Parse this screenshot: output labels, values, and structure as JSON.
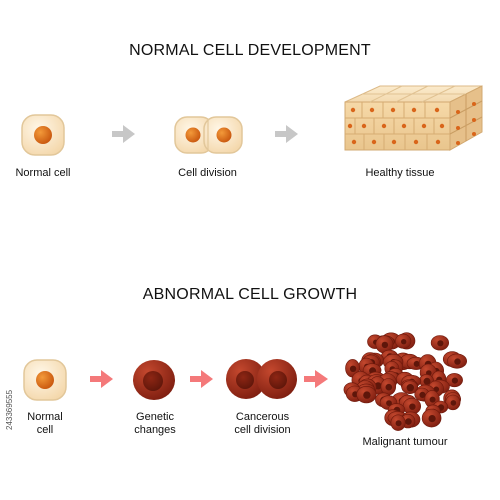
{
  "diagram": {
    "normal_section": {
      "title": "NORMAL CELL DEVELOPMENT",
      "labels": [
        "Normal cell",
        "Cell division",
        "Healthy tissue"
      ]
    },
    "abnormal_section": {
      "title": "ABNORMAL CELL GROWTH",
      "labels": [
        "Normal\ncell",
        "Genetic\nchanges",
        "Cancerous\ncell division",
        "Malignant tumour"
      ]
    },
    "stock_id": "243369555",
    "colors": {
      "normal_cytoplasm": "#F8E3C0",
      "normal_outline": "#E2C79A",
      "nucleus": "#E07A1F",
      "healthy_arrow": "#C7C7C7",
      "abnormal_arrow": "#F4797A",
      "cancer_cell": "#9C2A17",
      "cancer_highlight": "#C9432A"
    }
  }
}
